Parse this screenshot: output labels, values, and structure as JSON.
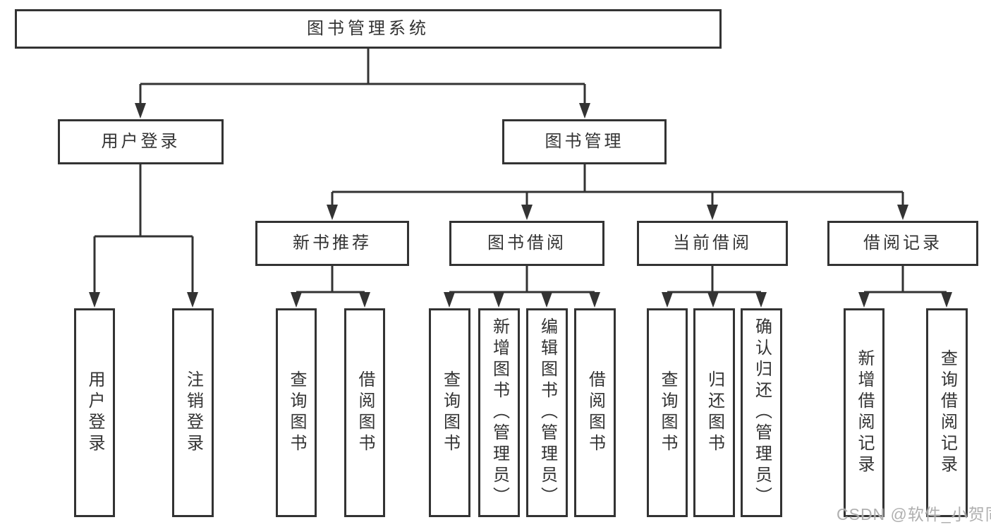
{
  "tree": {
    "root": {
      "label": "图书管理系统"
    },
    "branches": [
      {
        "label": "用户登录",
        "children": [
          {
            "label": "用户登录"
          },
          {
            "label": "注销登录"
          }
        ]
      },
      {
        "label": "图书管理",
        "children": [
          {
            "label": "新书推荐",
            "children": [
              {
                "label": "查询图书"
              },
              {
                "label": "借阅图书"
              }
            ]
          },
          {
            "label": "图书借阅",
            "children": [
              {
                "label": "查询图书"
              },
              {
                "label": "新增图书（管理员）"
              },
              {
                "label": "编辑图书（管理员）"
              },
              {
                "label": "借阅图书"
              }
            ]
          },
          {
            "label": "当前借阅",
            "children": [
              {
                "label": "查询图书"
              },
              {
                "label": "归还图书"
              },
              {
                "label": "确认归还（管理员）"
              }
            ]
          },
          {
            "label": "借阅记录",
            "children": [
              {
                "label": "新增借阅记录"
              },
              {
                "label": "查询借阅记录"
              }
            ]
          }
        ]
      }
    ]
  },
  "watermark": "CSDN @软件_小贺同学",
  "colors": {
    "line": "#333333",
    "box_border": "#333333",
    "text": "#333333",
    "background": "#ffffff",
    "watermark": "#a8a8a8"
  }
}
